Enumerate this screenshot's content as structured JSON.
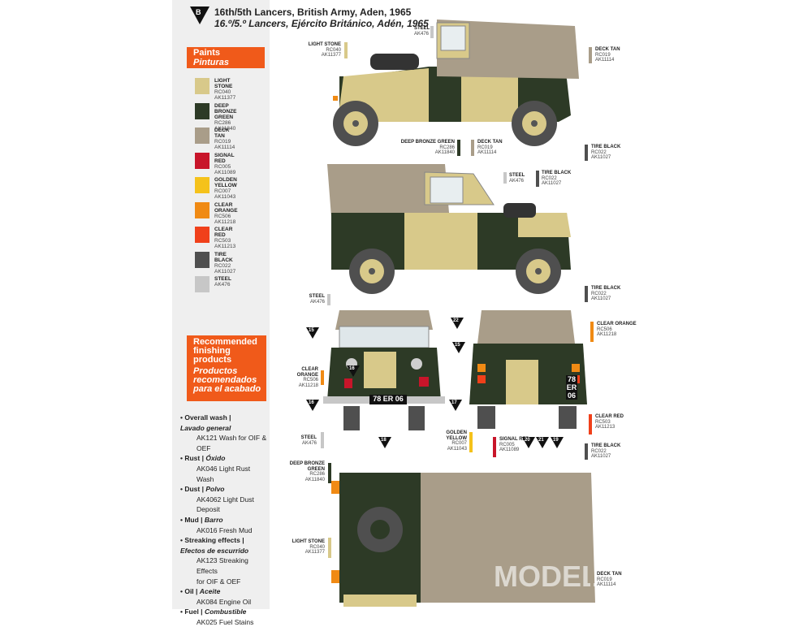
{
  "header": {
    "marker": "B",
    "title_en": "16th/5th Lancers, British Army, Aden, 1965",
    "title_es": "16.º/5.º Lancers, Ejército Británico, Adén, 1965"
  },
  "paints_banner": {
    "en": "Paints",
    "es": "Pinturas"
  },
  "paints": [
    {
      "name": "LIGHT STONE",
      "codes": [
        "RC040",
        "AK11377"
      ],
      "color": "#d8c98a"
    },
    {
      "name": "DEEP BRONZE GREEN",
      "codes": [
        "RC286",
        "AK11840"
      ],
      "color": "#2d3a26"
    },
    {
      "name": "DECK TAN",
      "codes": [
        "RC019",
        "AK11114"
      ],
      "color": "#a99d89"
    },
    {
      "name": "SIGNAL RED",
      "codes": [
        "RC005",
        "AK11089"
      ],
      "color": "#c8152a"
    },
    {
      "name": "GOLDEN YELLOW",
      "codes": [
        "RC007",
        "AK11043"
      ],
      "color": "#f5c21b"
    },
    {
      "name": "CLEAR ORANGE",
      "codes": [
        "RC506",
        "AK11218"
      ],
      "color": "#f08a14"
    },
    {
      "name": "CLEAR RED",
      "codes": [
        "RC503",
        "AK11213"
      ],
      "color": "#f0401a"
    },
    {
      "name": "TIRE BLACK",
      "codes": [
        "RC022",
        "AK11027"
      ],
      "color": "#4f4f4f"
    },
    {
      "name": "STEEL",
      "codes": [
        "AK476"
      ],
      "color": "#c7c7c7"
    }
  ],
  "finishing_banner": {
    "en": [
      "Recommended",
      "finishing",
      "products"
    ],
    "es": [
      "Productos",
      "recomendados",
      "para el acabado"
    ]
  },
  "finishing_products": [
    {
      "cat_en": "• Overall wash |",
      "cat_es": "Lavado general",
      "lines": [
        "AK121 Wash for OIF & OEF"
      ]
    },
    {
      "cat_en": "• Rust |",
      "cat_es_inline": "Óxido",
      "lines": [
        "AK046 Light Rust Wash"
      ]
    },
    {
      "cat_en": "• Dust |",
      "cat_es_inline": "Polvo",
      "lines": [
        "AK4062 Light Dust Deposit"
      ]
    },
    {
      "cat_en": "• Mud |",
      "cat_es_inline": "Barro",
      "lines": [
        "AK016 Fresh Mud"
      ]
    },
    {
      "cat_en": "• Streaking effects |",
      "cat_es": "Efectos de escurrido",
      "lines": [
        "AK123 Streaking Effects",
        "for OIF & OEF"
      ]
    },
    {
      "cat_en": "• Oil |",
      "cat_es_inline": "Aceite",
      "lines": [
        "AK084 Engine Oil"
      ]
    },
    {
      "cat_en": "• Fuel |",
      "cat_es_inline": "Combustible",
      "lines": [
        "AK025 Fuel Stains"
      ]
    }
  ],
  "callouts": {
    "steel_top": {
      "name": "STEEL",
      "codes": [
        "AK476"
      ]
    },
    "light_stone_top": {
      "name": "LIGHT STONE",
      "codes": [
        "RC040",
        "AK11377"
      ]
    },
    "deck_tan_top": {
      "name": "DECK TAN",
      "codes": [
        "RC019",
        "AK11114"
      ]
    },
    "deep_bronze_side": {
      "name": "DEEP BRONZE GREEN",
      "codes": [
        "RC286",
        "AK11840"
      ]
    },
    "deck_tan_side": {
      "name": "DECK TAN",
      "codes": [
        "RC019",
        "AK11114"
      ]
    },
    "tire_black_1": {
      "name": "TIRE BLACK",
      "codes": [
        "RC022",
        "AK11027"
      ]
    },
    "steel_side2": {
      "name": "STEEL",
      "codes": [
        "AK476"
      ]
    },
    "tire_black_2": {
      "name": "TIRE BLACK",
      "codes": [
        "RC022",
        "AK11027"
      ]
    },
    "tire_black_3": {
      "name": "TIRE BLACK",
      "codes": [
        "RC022",
        "AK11027"
      ]
    },
    "steel_front_top": {
      "name": "STEEL",
      "codes": [
        "AK476"
      ]
    },
    "clear_orange_front": {
      "name": "CLEAR ORANGE",
      "codes": [
        "RC506",
        "AK11218"
      ]
    },
    "steel_front_bottom": {
      "name": "STEEL",
      "codes": [
        "AK476"
      ]
    },
    "golden_yellow": {
      "name": "GOLDEN YELLOW",
      "codes": [
        "RC007",
        "AK11043"
      ]
    },
    "signal_red": {
      "name": "SIGNAL RED",
      "codes": [
        "RC005",
        "AK11089"
      ]
    },
    "clear_orange_rear": {
      "name": "CLEAR ORANGE",
      "codes": [
        "RC506",
        "AK11218"
      ]
    },
    "clear_red": {
      "name": "CLEAR RED",
      "codes": [
        "RC503",
        "AK11213"
      ]
    },
    "tire_black_4": {
      "name": "TIRE BLACK",
      "codes": [
        "RC022",
        "AK11027"
      ]
    },
    "deep_bronze_top": {
      "name": "DEEP BRONZE GREEN",
      "codes": [
        "RC286",
        "AK11840"
      ]
    },
    "light_stone_bottom": {
      "name": "LIGHT STONE",
      "codes": [
        "RC040",
        "AK11377"
      ]
    },
    "deck_tan_bottom": {
      "name": "DECK TAN",
      "codes": [
        "RC019",
        "AK11114"
      ]
    }
  },
  "plates": {
    "front": "78 ER 06",
    "rear_1": "78",
    "rear_2": "ER",
    "rear_3": "06"
  },
  "decal_numbers": [
    "15",
    "16",
    "16",
    "17",
    "18",
    "19",
    "20",
    "21",
    "22",
    "15"
  ],
  "watermark": "MODEL"
}
